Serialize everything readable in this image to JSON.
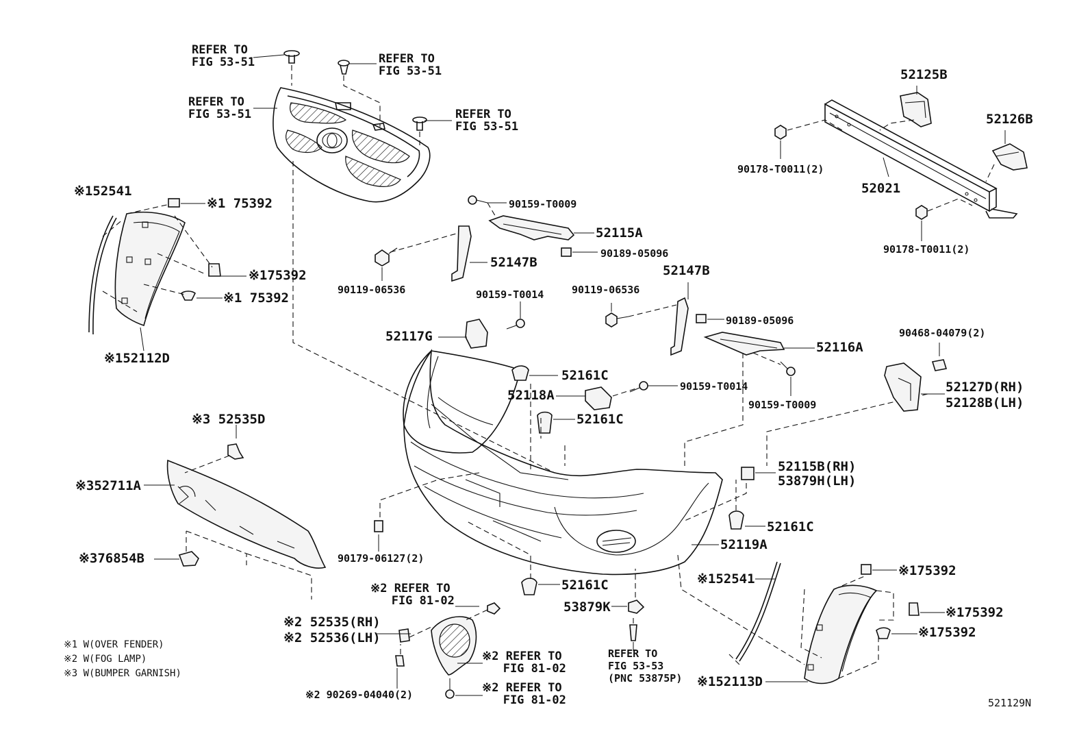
{
  "diagram_code": "521129N",
  "notes": [
    "※1 W(OVER FENDER)",
    "※2 W(FOG LAMP)",
    "※3 W(BUMPER GARNISH)"
  ],
  "labels": {
    "ref_fig_53_51_a": "REFER TO\nFIG 53-51",
    "ref_fig_53_51_b": "REFER TO\nFIG 53-51",
    "ref_fig_53_51_c": "REFER TO\nFIG 53-51",
    "ref_fig_53_51_d": "REFER TO\nFIG 53-51",
    "p_52125B": "52125B",
    "p_52126B": "52126B",
    "p_90178_a": "90178-T0011(2)",
    "p_52021": "52021",
    "p_90178_b": "90178-T0011(2)",
    "p_52541_a": "※152541",
    "p_75392_a": "※1 75392",
    "p_75392_b": "※175392",
    "p_75392_c": "※1 75392",
    "p_52112D": "※152112D",
    "p_90159_T0009_a": "90159-T0009",
    "p_52115A": "52115A",
    "p_90189_a": "90189-05096",
    "p_52147B_a": "52147B",
    "p_90119_a": "90119-06536",
    "p_90159_T0014_a": "90159-T0014",
    "p_90119_b": "90119-06536",
    "p_52147B_b": "52147B",
    "p_90189_b": "90189-05096",
    "p_90468": "90468-04079(2)",
    "p_52117G": "52117G",
    "p_52116A": "52116A",
    "p_52161C_a": "52161C",
    "p_90159_T0014_b": "90159-T0014",
    "p_52118A": "52118A",
    "p_90159_T0009_b": "90159-T0009",
    "p_52127D": "52127D(RH)",
    "p_52128B": "52128B(LH)",
    "p_52161C_b": "52161C",
    "p_52535D": "※3 52535D",
    "p_52711A": "※352711A",
    "p_52115B": "52115B(RH)",
    "p_53879H": "53879H(LH)",
    "p_52161C_c": "52161C",
    "p_90179": "90179-06127(2)",
    "p_52119A": "52119A",
    "p_76854B": "※376854B",
    "p_52161C_d": "52161C",
    "p_52541_b": "※152541",
    "p_75392_d": "※175392",
    "ref_fig_81_02_a": "※2 REFER TO\n   FIG 81-02",
    "p_52535": "※2 52535(RH)",
    "p_52536": "※2 52536(LH)",
    "p_53879K": "53879K",
    "p_75392_e": "※175392",
    "p_75392_f": "※175392",
    "ref_fig_81_02_b": "※2 REFER TO\n   FIG 81-02",
    "ref_fig_53_53": "REFER TO\nFIG 53-53\n(PNC 53875P)",
    "p_52113D": "※152113D",
    "p_90269": "※2 90269-04040(2)",
    "ref_fig_81_02_c": "※2 REFER TO\n   FIG 81-02"
  }
}
